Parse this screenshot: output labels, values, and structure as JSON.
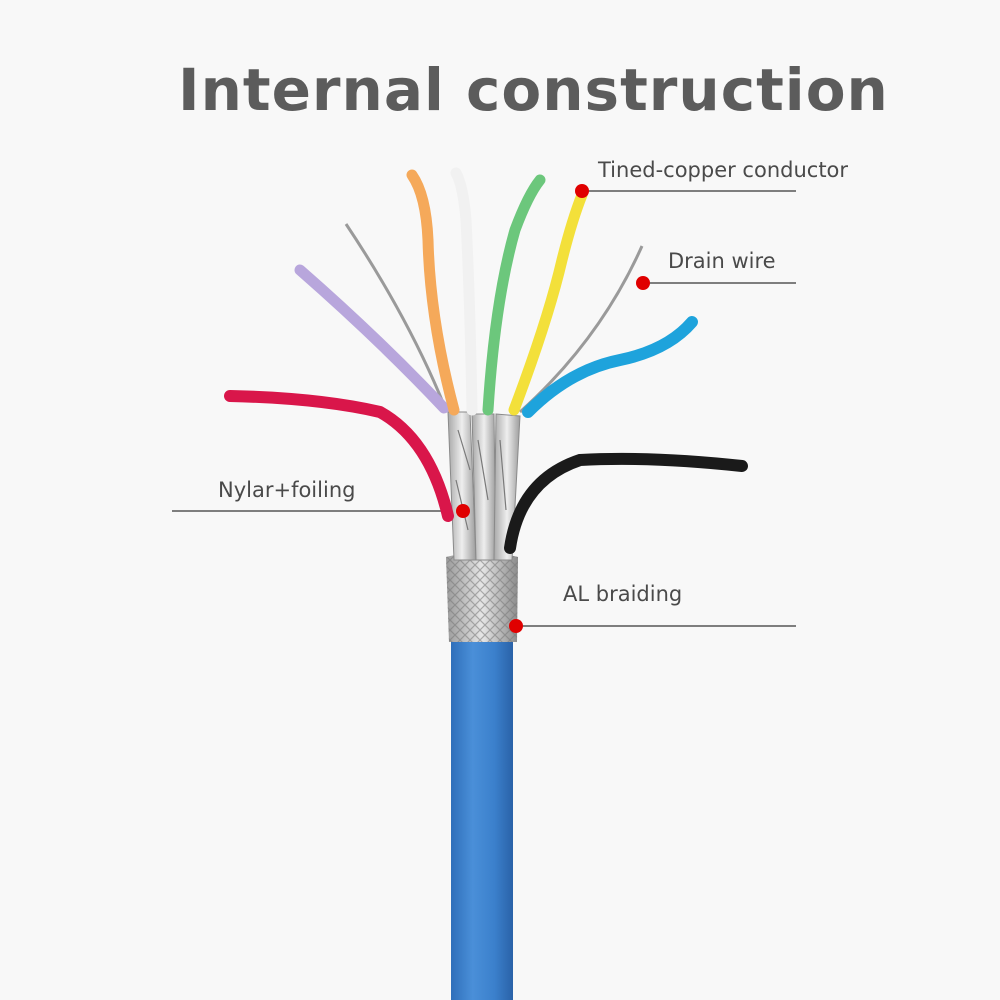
{
  "title": "Internal construction",
  "callouts": {
    "conductor": "Tined-copper conductor",
    "drain": "Drain wire",
    "nylar": "Nylar+foiling",
    "braid": "AL braiding"
  },
  "colors": {
    "jacket": "#3a7fcb",
    "marker": "#e00000",
    "leader_line": "#555555",
    "wire_orange": "#f5a95a",
    "wire_white": "#f2f2f2",
    "wire_green": "#6cc77c",
    "wire_yellow": "#f3e03a",
    "wire_blue": "#1ea3dc",
    "wire_black": "#1a1a1a",
    "wire_red": "#d9164a",
    "wire_purple": "#b8a6dc",
    "drain_wire": "#9a9a9a",
    "foil": "#c9c9c9"
  }
}
